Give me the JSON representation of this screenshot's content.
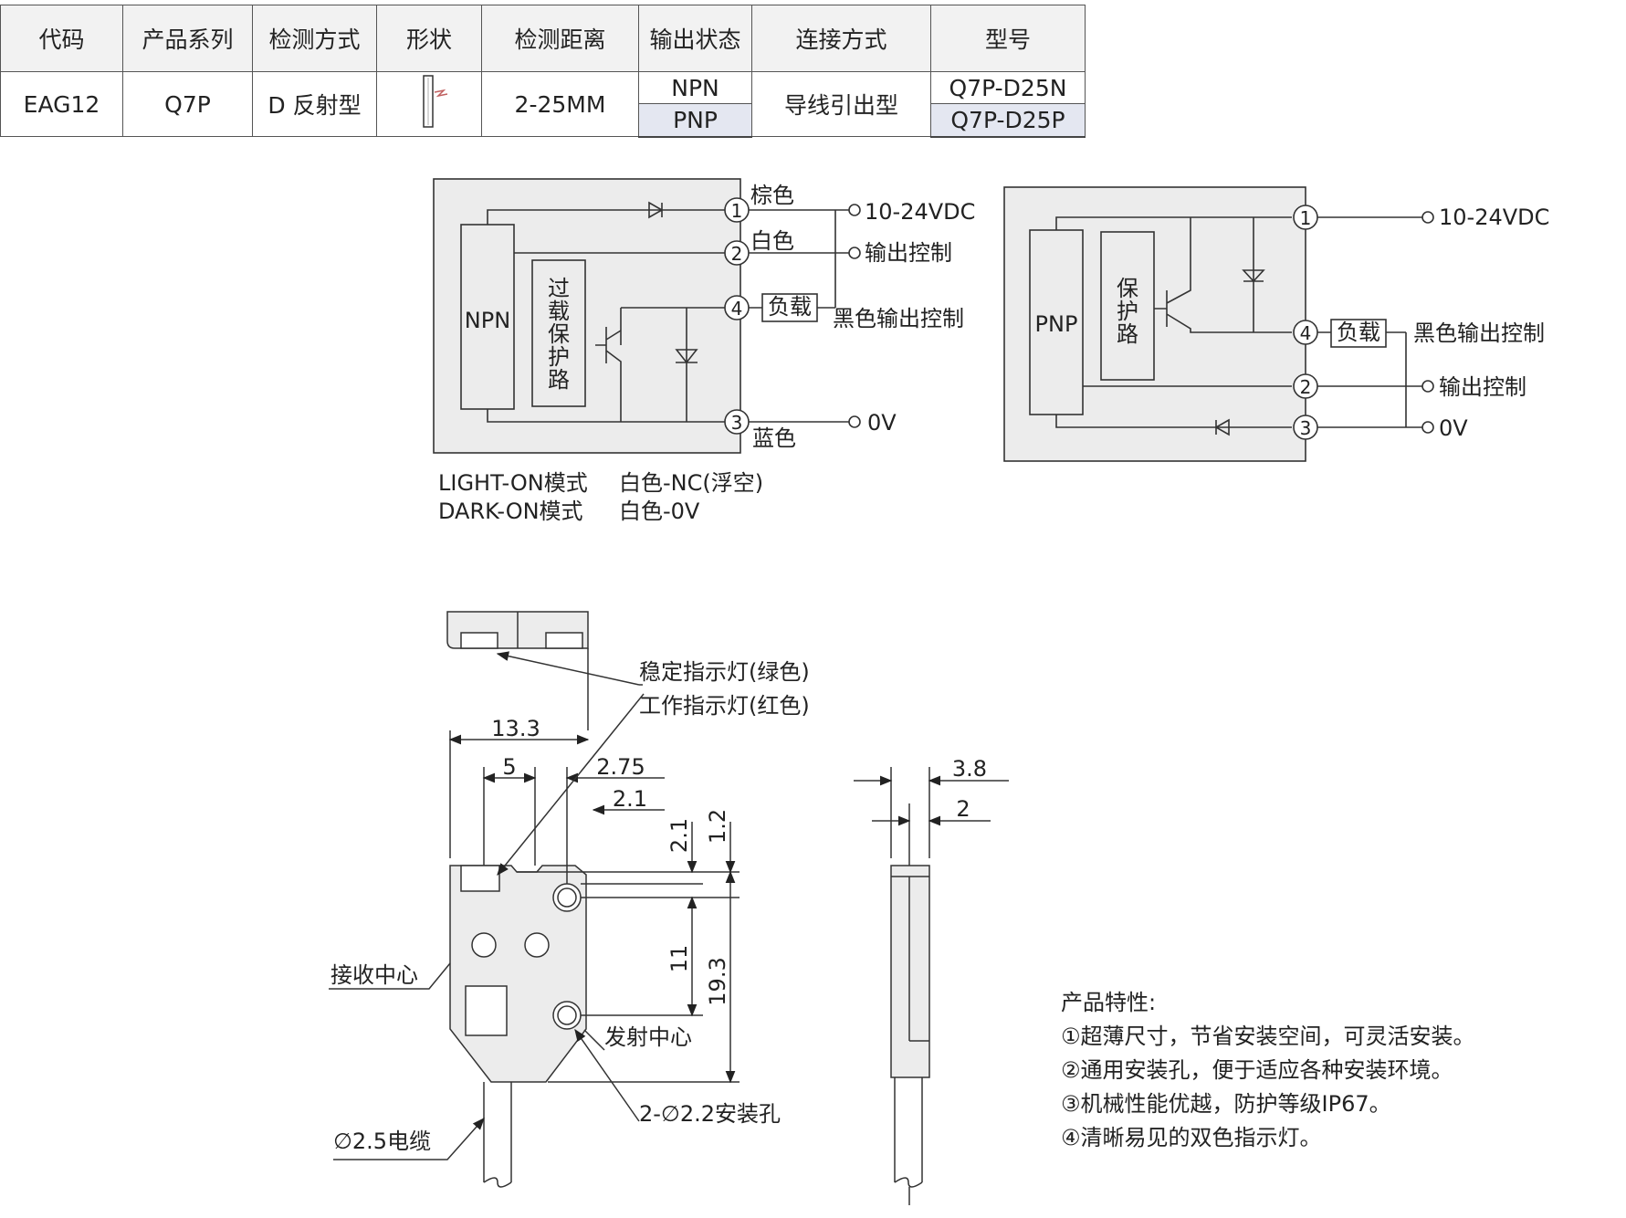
{
  "table": {
    "headers": [
      "代码",
      "产品系列",
      "检测方式",
      "形状",
      "检测距离",
      "输出状态",
      "连接方式",
      "型号"
    ],
    "row": {
      "code": "EAG12",
      "series": "Q7P",
      "method": "D 反射型",
      "distance": "2-25MM",
      "outputs": [
        "NPN",
        "PNP"
      ],
      "connection": "导线引出型",
      "models": [
        "Q7P-D25N",
        "Q7P-D25P"
      ]
    }
  },
  "npn_circuit": {
    "block_label": "NPN",
    "protect_label": [
      "过",
      "载",
      "保",
      "护",
      "路"
    ],
    "pins": [
      "1",
      "2",
      "4",
      "3"
    ],
    "wire_colors": [
      "棕色",
      "白色",
      "蓝色"
    ],
    "terminals": [
      "10-24VDC",
      "输出控制",
      "0V"
    ],
    "load_label": "负载",
    "black_label": "黑色输出控制"
  },
  "pnp_circuit": {
    "block_label": "PNP",
    "protect_label": [
      "保",
      "护",
      "路"
    ],
    "pins": [
      "1",
      "4",
      "2",
      "3"
    ],
    "terminals": [
      "10-24VDC",
      "输出控制",
      "0V"
    ],
    "load_label": "负载",
    "black_label": "黑色输出控制"
  },
  "modes": [
    {
      "name": "LIGHT-ON模式",
      "value": "白色-NC(浮空)"
    },
    {
      "name": "DARK-ON模式",
      "value": "白色-0V"
    }
  ],
  "dimensions": {
    "callouts": [
      "稳定指示灯(绿色)",
      "工作指示灯(红色)",
      "接收中心",
      "发射中心",
      "2-∅2.2安装孔",
      "∅2.5电缆"
    ],
    "values": [
      "13.3",
      "5",
      "2.75",
      "2.1",
      "2.1",
      "1.2",
      "11",
      "19.3",
      "3.8",
      "2"
    ]
  },
  "features": {
    "title": "产品特性:",
    "items": [
      "①超薄尺寸，节省安装空间，可灵活安装。",
      "②通用安装孔，便于适应各种安装环境。",
      "③机械性能优越，防护等级IP67。",
      "④清晰易见的双色指示灯。"
    ]
  }
}
